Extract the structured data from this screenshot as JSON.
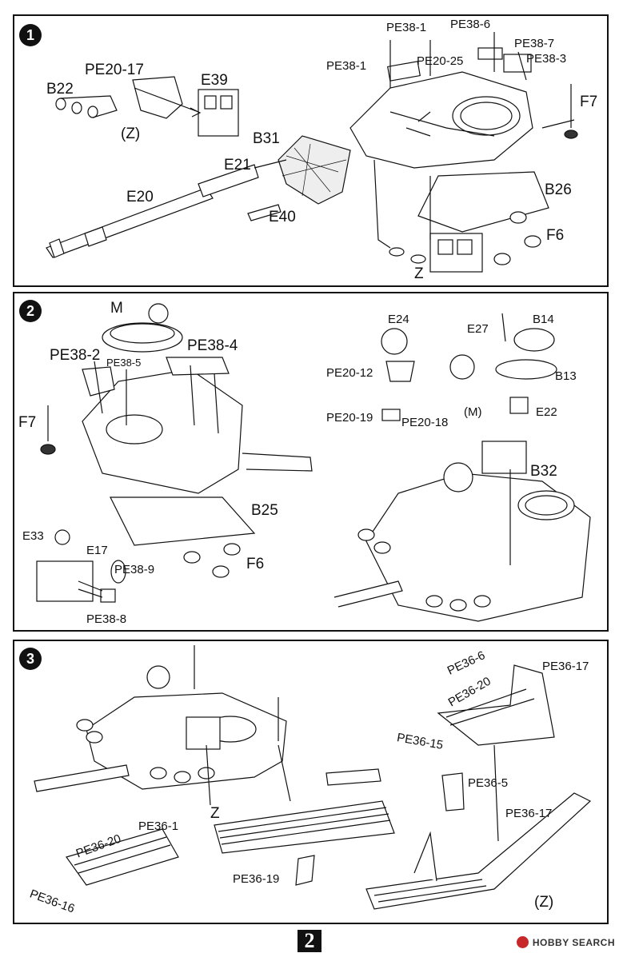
{
  "page_number": "2",
  "watermark": {
    "brand": "HOBBY SEARCH"
  },
  "steps": [
    {
      "number": "1",
      "labels": {
        "pe38_1a": "PE38-1",
        "pe38_6": "PE38-6",
        "pe38_7": "PE38-7",
        "pe38_1b": "PE38-1",
        "pe20_25": "PE20-25",
        "pe38_3": "PE38-3",
        "pe20_17": "PE20-17",
        "e39": "E39",
        "b22": "B22",
        "z_ref": "(Z)",
        "f7": "F7",
        "b31": "B31",
        "e21": "E21",
        "e20": "E20",
        "e40": "E40",
        "b26": "B26",
        "f6": "F6",
        "z": "Z"
      }
    },
    {
      "number": "2",
      "labels": {
        "m": "M",
        "pe38_2": "PE38-2",
        "pe38_5": "PE38-5",
        "pe38_4": "PE38-4",
        "f7": "F7",
        "b25": "B25",
        "f6": "F6",
        "e33": "E33",
        "e17": "E17",
        "pe38_9": "PE38-9",
        "pe38_8": "PE38-8",
        "e24": "E24",
        "pe20_12": "PE20-12",
        "pe20_19": "PE20-19",
        "pe20_18": "PE20-18",
        "e27": "E27",
        "b14": "B14",
        "b13": "B13",
        "m_ref": "(M)",
        "e22": "E22",
        "b32": "B32"
      }
    },
    {
      "number": "3",
      "labels": {
        "pe36_6": "PE36-6",
        "pe36_17a": "PE36-17",
        "pe36_20a": "PE36-20",
        "pe36_15": "PE36-15",
        "z": "Z",
        "pe36_1": "PE36-1",
        "pe36_20b": "PE36-20",
        "pe36_16": "PE36-16",
        "pe36_19": "PE36-19",
        "pe36_5": "PE36-5",
        "pe36_17b": "PE36-17",
        "z_ref": "(Z)"
      }
    }
  ]
}
